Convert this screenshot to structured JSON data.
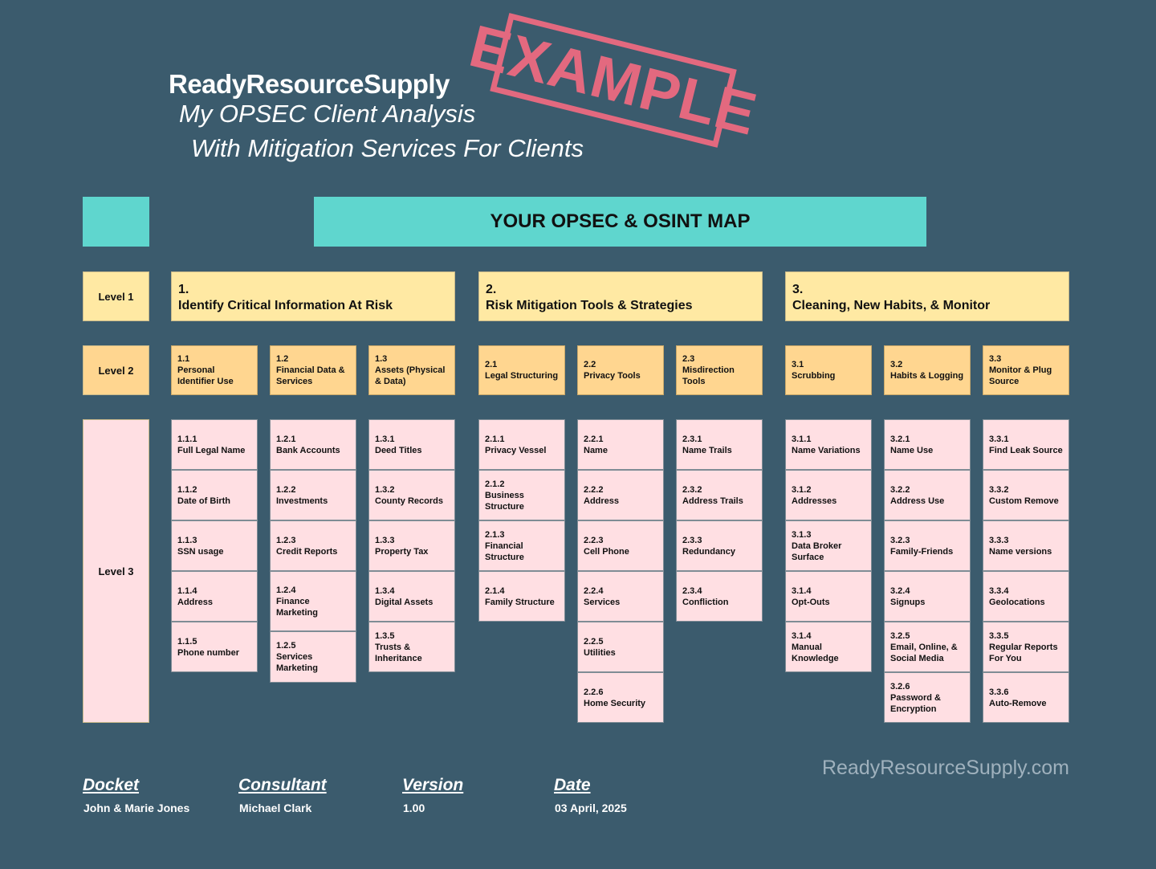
{
  "header": {
    "brand": "ReadyResourceSupply",
    "subtitle_line1": "My OPSEC Client Analysis",
    "subtitle_line2": "With Mitigation Services For Clients",
    "stamp": "EXAMPLE"
  },
  "map_title": "YOUR OPSEC & OSINT MAP",
  "levels": {
    "level1": "Level 1",
    "level2": "Level 2",
    "level3": "Level 3"
  },
  "level1": [
    {
      "num": "1.",
      "title": "Identify Critical Information At Risk"
    },
    {
      "num": "2.",
      "title": "Risk Mitigation Tools & Strategies"
    },
    {
      "num": "3.",
      "title": "Cleaning, New Habits, & Monitor"
    }
  ],
  "level2": [
    {
      "num": "1.1",
      "title": "Personal Identifier Use"
    },
    {
      "num": "1.2",
      "title": "Financial Data & Services"
    },
    {
      "num": "1.3",
      "title": "Assets (Physical & Data)"
    },
    {
      "num": "2.1",
      "title": "Legal Structuring"
    },
    {
      "num": "2.2",
      "title": "Privacy Tools"
    },
    {
      "num": "2.3",
      "title": "Misdirection Tools"
    },
    {
      "num": "3.1",
      "title": "Scrubbing"
    },
    {
      "num": "3.2",
      "title": "Habits & Logging"
    },
    {
      "num": "3.3",
      "title": "Monitor & Plug Source"
    }
  ],
  "level3": [
    [
      {
        "num": "1.1.1",
        "title": "Full Legal Name"
      },
      {
        "num": "1.1.2",
        "title": "Date of Birth"
      },
      {
        "num": "1.1.3",
        "title": "SSN usage"
      },
      {
        "num": "1.1.4",
        "title": "Address"
      },
      {
        "num": "1.1.5",
        "title": "Phone number"
      }
    ],
    [
      {
        "num": "1.2.1",
        "title": "Bank Accounts"
      },
      {
        "num": "1.2.2",
        "title": "Investments"
      },
      {
        "num": "1.2.3",
        "title": "Credit Reports"
      },
      {
        "num": "1.2.4",
        "title": "Finance Marketing"
      },
      {
        "num": "1.2.5",
        "title": "Services Marketing"
      }
    ],
    [
      {
        "num": "1.3.1",
        "title": "Deed Titles"
      },
      {
        "num": "1.3.2",
        "title": "County Records"
      },
      {
        "num": "1.3.3",
        "title": "Property Tax"
      },
      {
        "num": "1.3.4",
        "title": "Digital Assets"
      },
      {
        "num": "1.3.5",
        "title": "Trusts & Inheritance"
      }
    ],
    [
      {
        "num": "2.1.1",
        "title": "Privacy Vessel"
      },
      {
        "num": "2.1.2",
        "title": "Business Structure"
      },
      {
        "num": "2.1.3",
        "title": "Financial Structure"
      },
      {
        "num": "2.1.4",
        "title": "Family Structure"
      }
    ],
    [
      {
        "num": "2.2.1",
        "title": "Name"
      },
      {
        "num": "2.2.2",
        "title": "Address"
      },
      {
        "num": "2.2.3",
        "title": "Cell Phone"
      },
      {
        "num": "2.2.4",
        "title": "Services"
      },
      {
        "num": "2.2.5",
        "title": "Utilities"
      },
      {
        "num": "2.2.6",
        "title": "Home Security"
      }
    ],
    [
      {
        "num": "2.3.1",
        "title": "Name Trails"
      },
      {
        "num": "2.3.2",
        "title": "Address Trails"
      },
      {
        "num": "2.3.3",
        "title": "Redundancy"
      },
      {
        "num": "2.3.4",
        "title": "Confliction"
      }
    ],
    [
      {
        "num": "3.1.1",
        "title": "Name Variations"
      },
      {
        "num": "3.1.2",
        "title": "Addresses"
      },
      {
        "num": "3.1.3",
        "title": "Data Broker Surface"
      },
      {
        "num": "3.1.4",
        "title": "Opt-Outs"
      },
      {
        "num": "3.1.4",
        "title": "Manual Knowledge"
      }
    ],
    [
      {
        "num": "3.2.1",
        "title": "Name Use"
      },
      {
        "num": "3.2.2",
        "title": "Address Use"
      },
      {
        "num": "3.2.3",
        "title": "Family-Friends"
      },
      {
        "num": "3.2.4",
        "title": "Signups"
      },
      {
        "num": "3.2.5",
        "title": "Email, Online, & Social Media"
      },
      {
        "num": "3.2.6",
        "title": "Password & Encryption"
      }
    ],
    [
      {
        "num": "3.3.1",
        "title": "Find Leak Source"
      },
      {
        "num": "3.3.2",
        "title": "Custom Remove"
      },
      {
        "num": "3.3.3",
        "title": "Name versions"
      },
      {
        "num": "3.3.4",
        "title": "Geolocations"
      },
      {
        "num": "3.3.5",
        "title": "Regular Reports For You"
      },
      {
        "num": "3.3.6",
        "title": "Auto-Remove"
      }
    ]
  ],
  "footer": {
    "docket_label": "Docket",
    "docket_value": "John & Marie Jones",
    "consultant_label": "Consultant",
    "consultant_value": "Michael Clark",
    "version_label": "Version",
    "version_value": "1.00",
    "date_label": "Date",
    "date_value": "03 April, 2025",
    "website": "ReadyResourceSupply.com"
  }
}
